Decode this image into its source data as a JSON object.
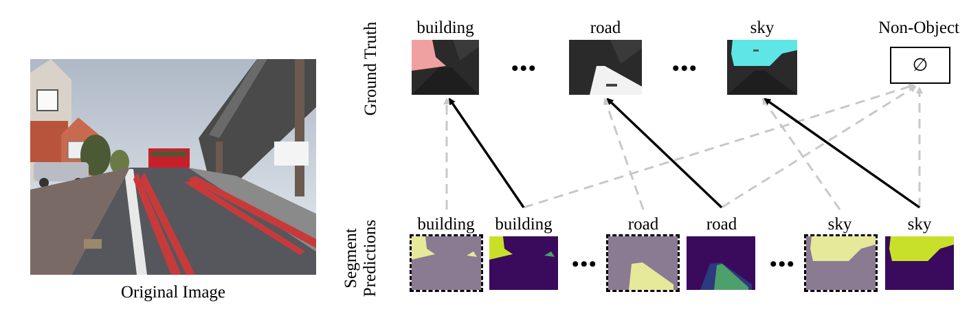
{
  "original": {
    "caption": "Original Image"
  },
  "ground_truth": {
    "row_label": "Ground Truth",
    "items": [
      {
        "label": "building"
      },
      {
        "label": "road"
      },
      {
        "label": "sky"
      },
      {
        "label": "Non-Object",
        "symbol": "∅"
      }
    ]
  },
  "segment_predictions": {
    "row_label_line1": "Segment",
    "row_label_line2": "Predictions",
    "items": [
      {
        "label": "building"
      },
      {
        "label": "building"
      },
      {
        "label": "road"
      },
      {
        "label": "road"
      },
      {
        "label": "sky"
      },
      {
        "label": "sky"
      }
    ]
  },
  "ellipsis": "•••",
  "colors": {
    "building_mask": "#f0a0a0",
    "sky_mask": "#5ee6e6",
    "road_mask": "#f2f2f2",
    "mask_bg": "#8a7a92",
    "mask_fg": "#e6e89a",
    "viridis_dark": "#3a0a5c",
    "viridis_bright": "#c8e02a",
    "solid_arrow": "#000000",
    "dashed_arrow": "#c8c8c8"
  }
}
